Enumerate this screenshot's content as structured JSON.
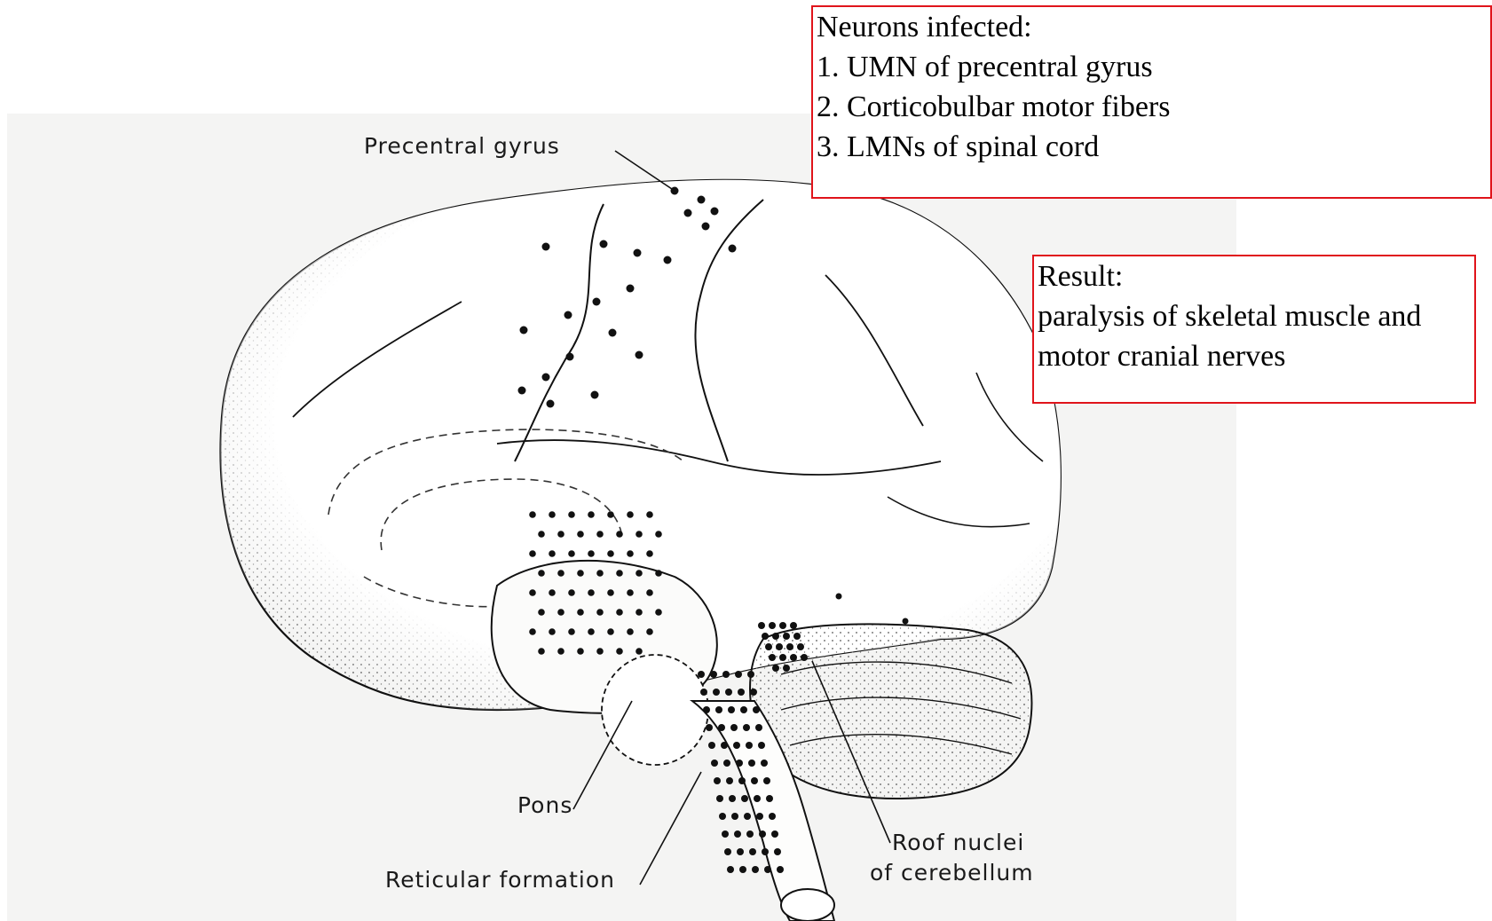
{
  "figure": {
    "labels": {
      "precentral_gyrus": "Precentral gyrus",
      "pons": "Pons",
      "reticular_formation": "Reticular formation",
      "roof_nuclei_line1": "Roof nuclei",
      "roof_nuclei_line2": "of cerebellum"
    }
  },
  "infected_box": {
    "heading": "Neurons infected:",
    "items": [
      "1. UMN of precentral gyrus",
      "2. Corticobulbar motor fibers",
      "3. LMNs of spinal cord"
    ]
  },
  "result_box": {
    "heading": "Result:",
    "lines": [
      "paralysis of skeletal muscle and",
      "motor cranial nerves"
    ]
  },
  "colors": {
    "callout_border": "#e0141b",
    "figure_background": "#f4f4f3",
    "ink": "#111111"
  }
}
